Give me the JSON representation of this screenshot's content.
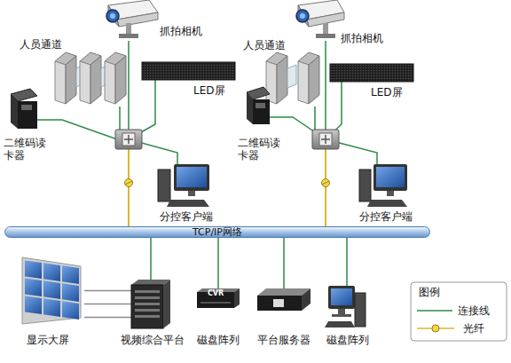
{
  "diagram": {
    "nodes": [
      {
        "text": [
          "抓拍相机"
        ]
      },
      {
        "text": [
          "人员通道"
        ]
      },
      {
        "text": [
          "LED屏"
        ]
      },
      {
        "text": [
          "二维码读 卡器"
        ]
      },
      {
        "text": [
          "分控客户端"
        ]
      },
      {
        "text": [
          "抓拍相机"
        ]
      },
      {
        "text": [
          "人员通道"
        ]
      },
      {
        "text": [
          "LED屏"
        ]
      },
      {
        "text": [
          "二维码读 卡器"
        ]
      },
      {
        "text": [
          "分控客户端"
        ]
      },
      {
        "text": [
          "TCP/IP网络"
        ]
      },
      {
        "text": [
          "显示大屏"
        ]
      },
      {
        "text": [
          "视频综合平台"
        ]
      },
      {
        "text": [
          "CVR",
          "磁盘阵列"
        ]
      },
      {
        "text": [
          "平台服务器"
        ]
      },
      {
        "text": [
          "磁盘阵列"
        ]
      }
    ],
    "edges": [
      {
        "from": 0,
        "to": 10,
        "arrow": "none"
      },
      {
        "from": 1,
        "to": 10,
        "arrow": "none"
      },
      {
        "from": 2,
        "to": 10,
        "arrow": "none"
      },
      {
        "from": 3,
        "to": 10,
        "arrow": "none"
      },
      {
        "from": 4,
        "to": 10,
        "arrow": "none"
      },
      {
        "from": 5,
        "to": 10,
        "arrow": "none"
      },
      {
        "from": 6,
        "to": 10,
        "arrow": "none"
      },
      {
        "from": 7,
        "to": 10,
        "arrow": "none"
      },
      {
        "from": 8,
        "to": 10,
        "arrow": "none"
      },
      {
        "from": 9,
        "to": 10,
        "arrow": "none"
      },
      {
        "from": 11,
        "to": 12,
        "arrow": "none"
      },
      {
        "from": 12,
        "to": 10,
        "arrow": "none"
      },
      {
        "from": 13,
        "to": 10,
        "arrow": "none"
      },
      {
        "from": 14,
        "to": 10,
        "arrow": "none"
      },
      {
        "from": 15,
        "to": 10,
        "arrow": "none"
      }
    ],
    "labels": [
      "图例"
    ],
    "legend": [
      {
        "text": "连接线"
      },
      {
        "text": "光纤"
      }
    ]
  }
}
